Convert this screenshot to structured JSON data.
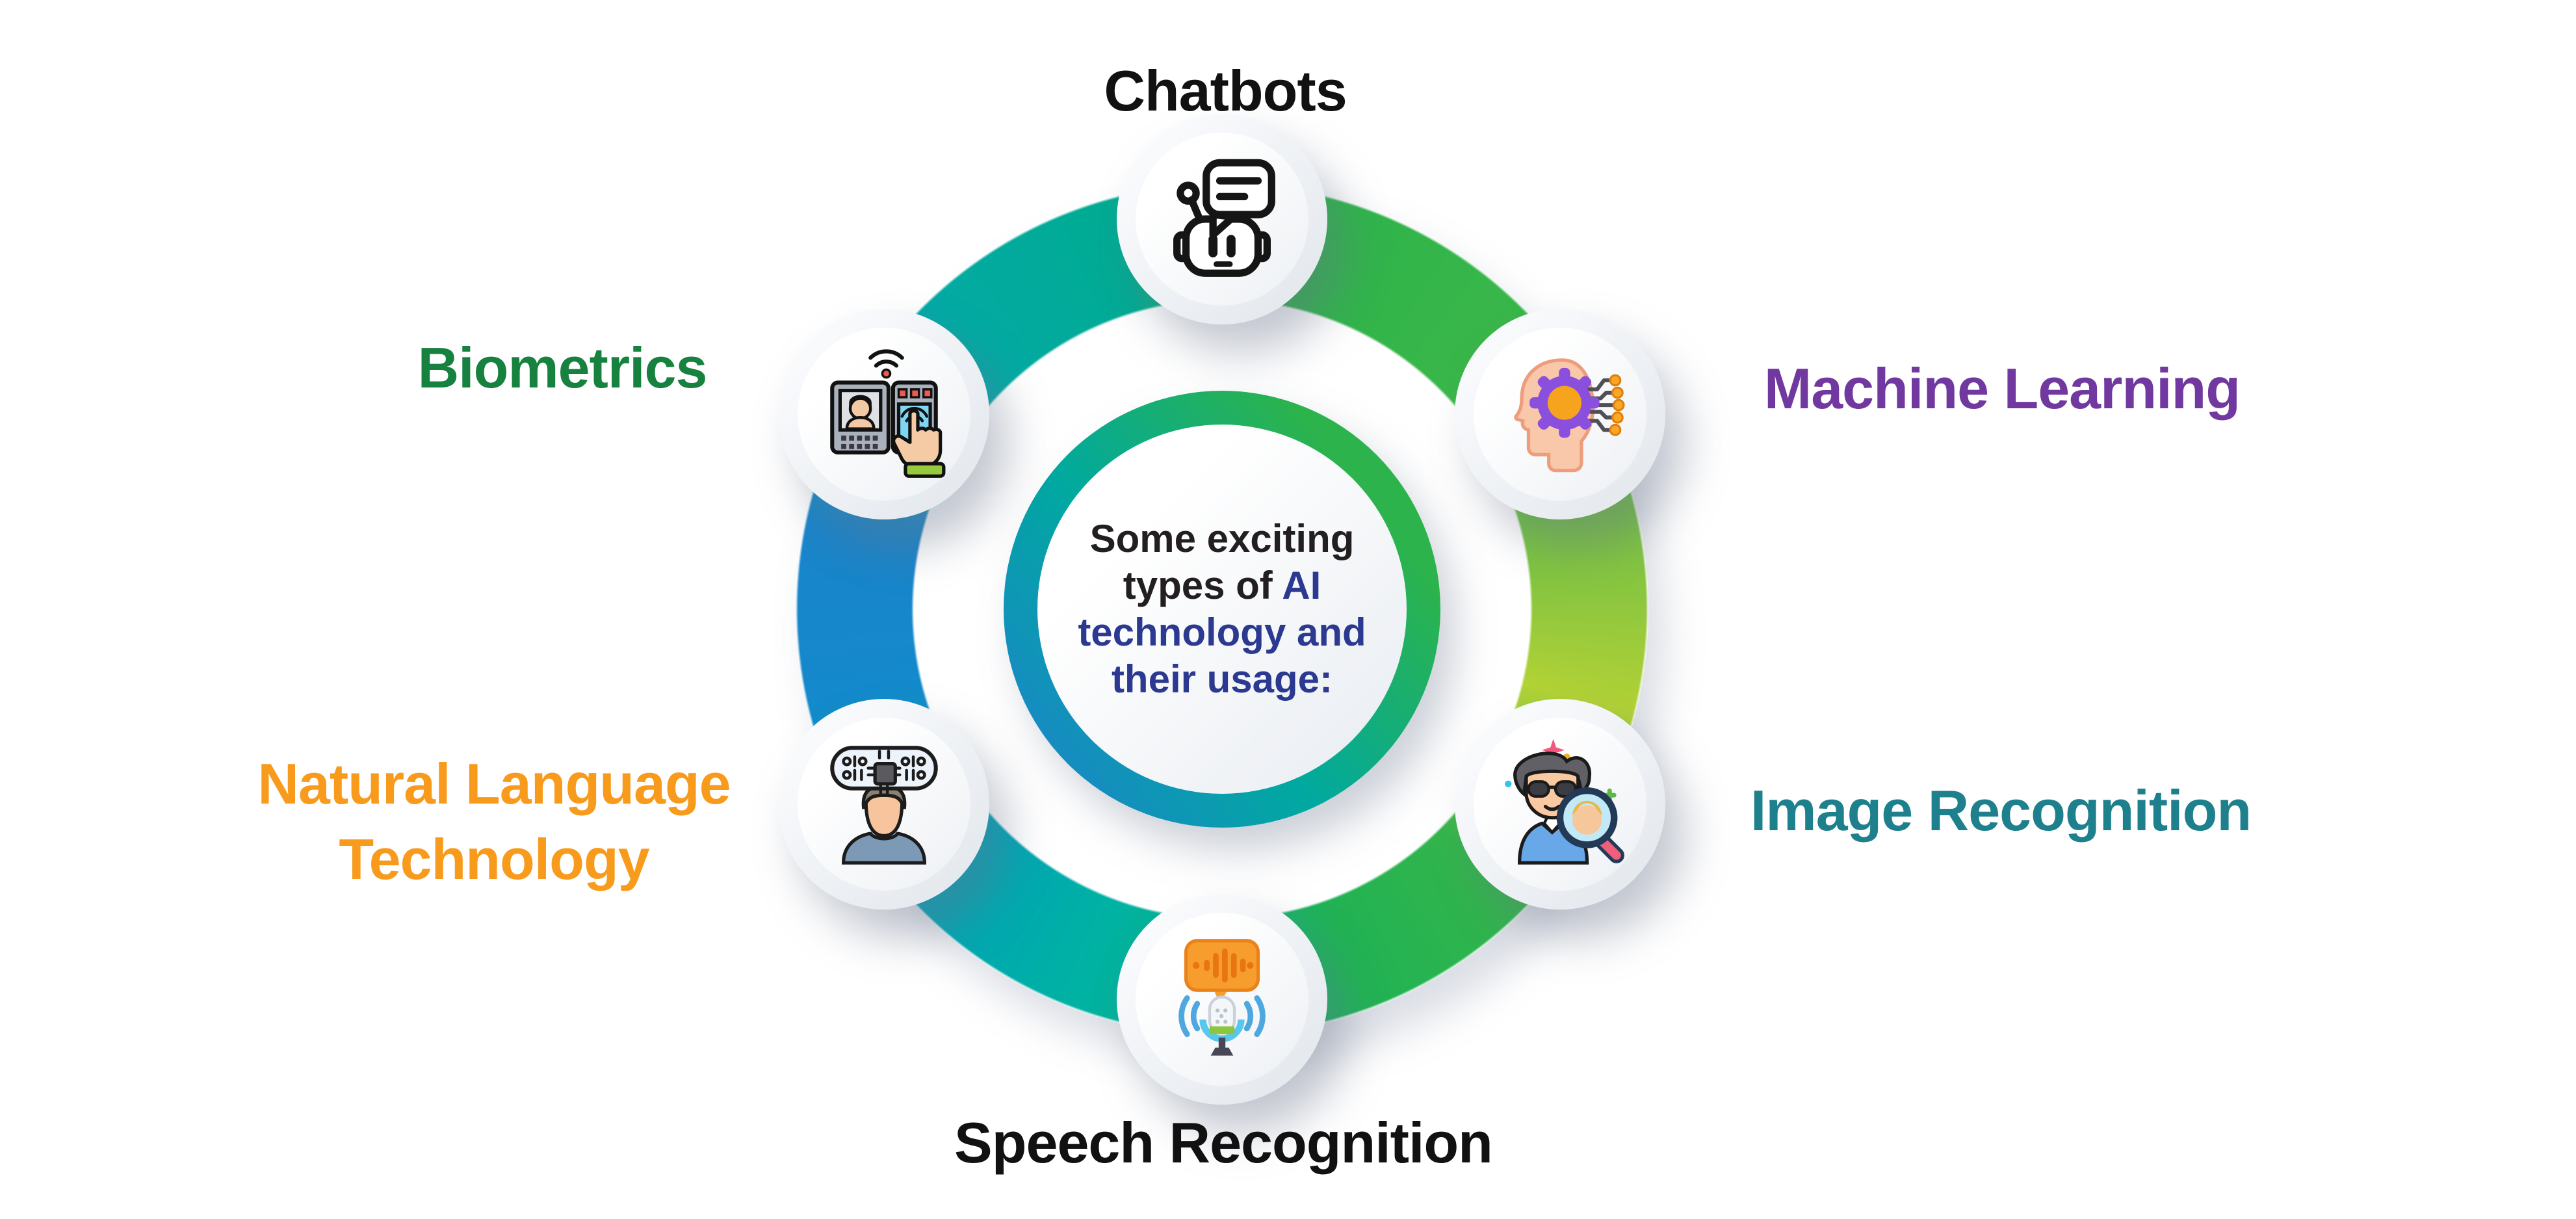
{
  "center": {
    "line1": "Some exciting",
    "line2_dark": "types of ",
    "line2_accent": "AI",
    "line3": "technology and",
    "line4": "their usage:",
    "text_color": "#231f20",
    "accent_color": "#2b3990"
  },
  "nodes": [
    {
      "id": "chatbots",
      "label": "Chatbots",
      "label_color": "#111111",
      "icon": "chatbot-icon"
    },
    {
      "id": "machine-learning",
      "label": "Machine Learning",
      "label_color": "#71399f",
      "icon": "machine-learning-icon"
    },
    {
      "id": "image-recognition",
      "label": "Image Recognition",
      "label_color": "#1d808c",
      "icon": "image-recognition-icon"
    },
    {
      "id": "speech-recognition",
      "label": "Speech Recognition",
      "label_color": "#111111",
      "icon": "speech-recognition-icon"
    },
    {
      "id": "natural-language-technology",
      "label": "Natural Language Technology",
      "label_line1": "Natural Language",
      "label_line2": "Technology",
      "label_color": "#f89b1c",
      "icon": "natural-language-icon"
    },
    {
      "id": "biometrics",
      "label": "Biometrics",
      "label_color": "#17823f",
      "icon": "biometrics-icon"
    }
  ],
  "ring_colors": {
    "blue": "#1489cc",
    "teal": "#00ab93",
    "green": "#27b24c",
    "yellow_green": "#b2d235"
  }
}
